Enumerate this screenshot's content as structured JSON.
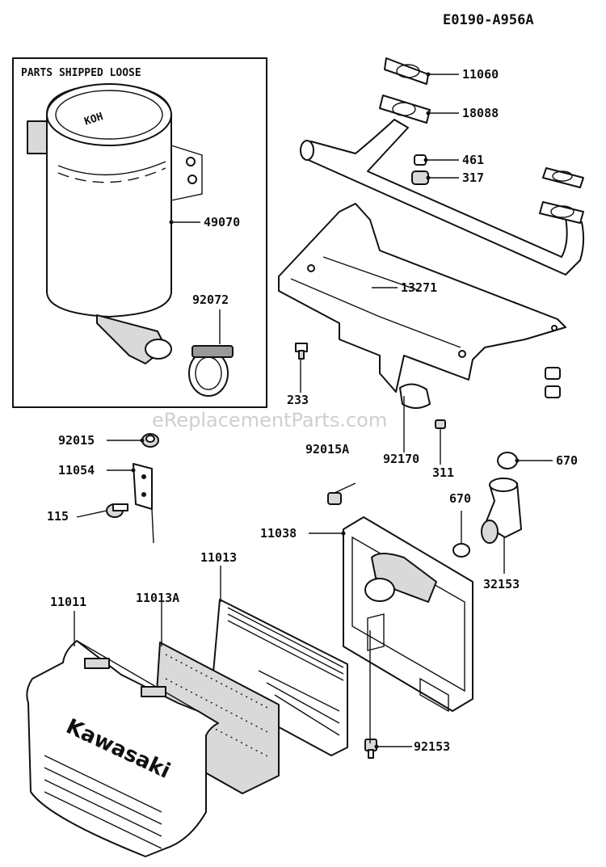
{
  "diagram_code": "E0190-A956A",
  "box_title": "PARTS SHIPPED LOOSE",
  "watermark": "eReplacementParts.com",
  "muffler_logo": "KOH",
  "cleaner_brand": "Kawasaki",
  "callouts": {
    "p11060": "11060",
    "p18088": "18088",
    "p461": "461",
    "p317": "317",
    "p49070": "49070",
    "p13271": "13271",
    "p92072": "92072",
    "p233": "233",
    "p92170": "92170",
    "p311": "311",
    "p92015": "92015",
    "p11054": "11054",
    "p115": "115",
    "p92015A": "92015A",
    "p670a": "670",
    "p670b": "670",
    "p11038": "11038",
    "p32153": "32153",
    "p11013": "11013",
    "p11011": "11011",
    "p11013A": "11013A",
    "p92153": "92153"
  }
}
